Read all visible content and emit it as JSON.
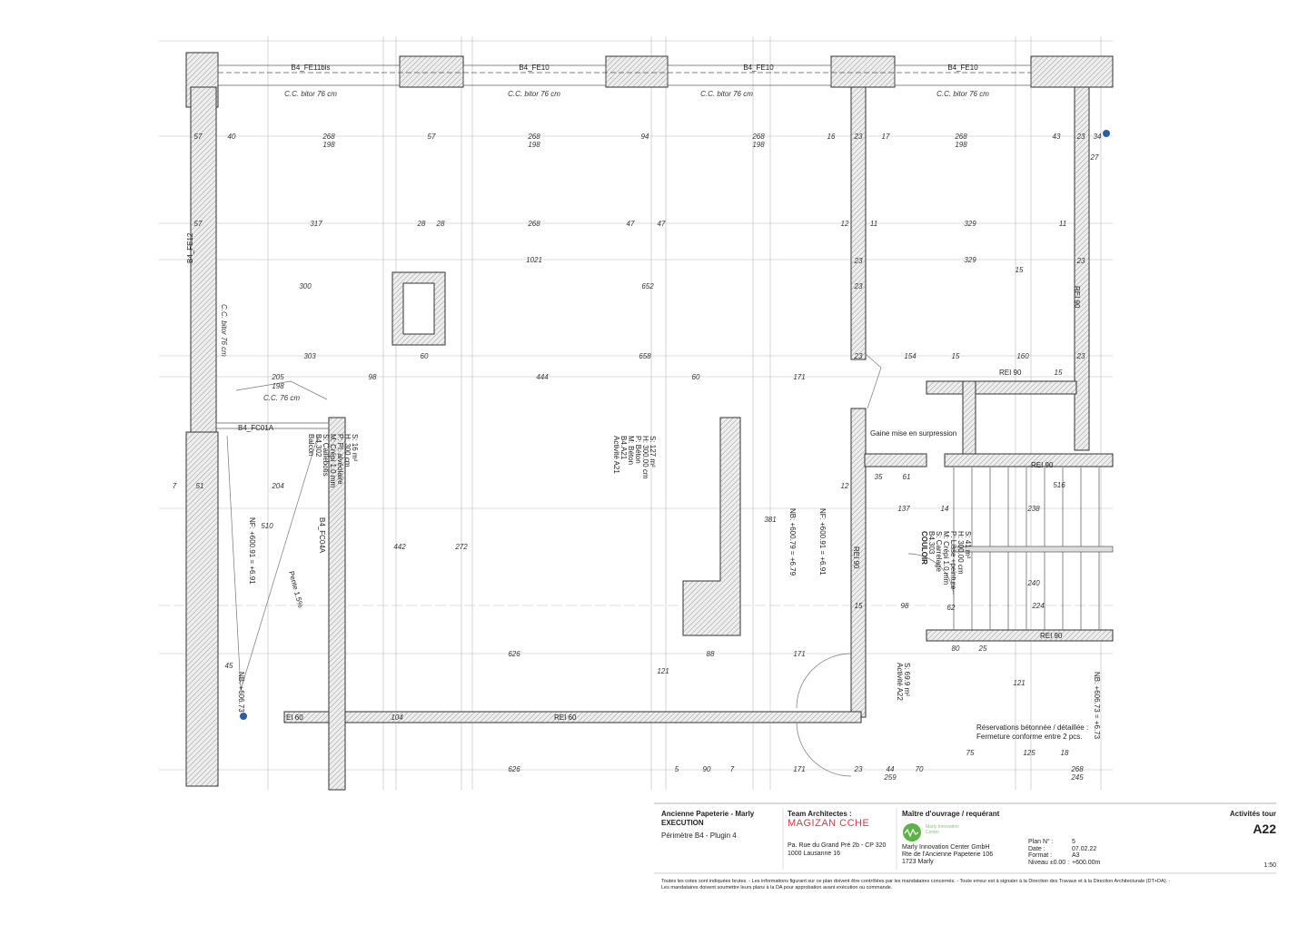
{
  "plan": {
    "windows": [
      "B4_FE11bis",
      "B4_FE10",
      "B4_FE10",
      "B4_FE10",
      "B4_FE12",
      "B4_FC01A",
      "B4_FC04A"
    ],
    "window_notes": [
      "C.C. bitor 76 cm",
      "C.C. bitor 76 cm",
      "C.C. bitor 76 cm",
      "C.C. bitor 76 cm",
      "C.C. bitor 76 cm",
      "C.C. 76 cm"
    ],
    "rei_labels": [
      "REI 90",
      "REI 90",
      "REI 90",
      "REI 90",
      "REI 90",
      "REI 60",
      "EI 60"
    ],
    "rooms": {
      "activite": [
        "Activité A21",
        "B4.A21",
        "M: Béton",
        "P: Béton",
        "H: 300.00 cm",
        "S: 127 m²"
      ],
      "couloir": [
        "COULOIR",
        "B4.303",
        "S: Carrelage",
        "M: Crépi 1.0 mm",
        "P: Lisse +peinture",
        "H: 300.00 cm",
        "S: 41 m²"
      ],
      "balcon": [
        "Balcon",
        "B4.302",
        "S: Caillebotis",
        "M: Crépi 1.0 mm",
        "P: Pl. alvéolaire",
        "H: 300 cm",
        "S: 16 m²"
      ],
      "gaine": "Gaine mise en surpression",
      "pente": "Pente 1.5%",
      "levels": [
        "NF: +600.91 = +6.91",
        "NB: +600.79 = +6.79",
        "NF: +600.91 = +6.91",
        "NB: +606.73 = +6.73",
        "NB: +606.73"
      ],
      "activite_a22": [
        "Activité A22",
        "S: 69.9 m²"
      ],
      "reservation": [
        "Réservations bétonnée / détaillée :",
        "Fermeture conforme entre 2 pcs."
      ]
    },
    "dimensions": [
      "57",
      "40",
      "268",
      "198",
      "57",
      "268",
      "198",
      "94",
      "268",
      "198",
      "16",
      "23",
      "17",
      "268",
      "198",
      "43",
      "23",
      "34",
      "27",
      "57",
      "317",
      "28",
      "28",
      "268",
      "47",
      "47",
      "12",
      "11",
      "329",
      "11",
      "1021",
      "652",
      "329",
      "300",
      "303",
      "98",
      "444",
      "60",
      "658",
      "60",
      "171",
      "154",
      "15",
      "160",
      "23",
      "205",
      "198",
      "204",
      "51",
      "7",
      "510",
      "442",
      "272",
      "381",
      "137",
      "14",
      "238",
      "516",
      "35",
      "61",
      "240",
      "224",
      "98",
      "62",
      "80",
      "25",
      "626",
      "626",
      "88",
      "171",
      "45",
      "121",
      "121",
      "104",
      "75",
      "125",
      "18",
      "268",
      "245",
      "5",
      "90",
      "171",
      "44",
      "259",
      "70",
      "7",
      "23",
      "23",
      "23",
      "23",
      "23",
      "15",
      "15",
      "15",
      "12"
    ]
  },
  "title_block": {
    "project": "Ancienne Papeterie - Marly",
    "phase": "EXECUTION",
    "perimeter": "Périmètre B4 - Plugin 4",
    "architects_label": "Team Architectes :",
    "architects_logo": "MAGIZAN CCHE",
    "architects_address": [
      "Pa. Rue du Grand Pré 2b - CP 320",
      "1000 Lausanne 16"
    ],
    "owner_label": "Maître d'ouvrage / requérant",
    "owner_logo": "Marly Innovation Center",
    "owner_address": [
      "Marly Innovation Center GmbH",
      "Rte de l'Ancienne Papeterie 106",
      "1723 Marly"
    ],
    "fields": [
      {
        "label": "Plan N° :",
        "value": "5"
      },
      {
        "label": "Date :",
        "value": "07.02.22"
      },
      {
        "label": "Format :",
        "value": "A3"
      },
      {
        "label": "Niveau ±0.00 :",
        "value": "+600.00m"
      }
    ],
    "scale": "1:50",
    "sheet_title": "Activités tour",
    "sheet_number": "A22",
    "disclaimer": [
      "Toutes les cotes sont indiquées brutes. - Les informations figurant sur ce plan doivent être contrôlées par les mandataires concernés. - Toute erreur est à signaler à la Direction des Travaux et à la Direction Architecturale (DT+DA). -",
      "Les mandataires doivent soumettre leurs plans à la DA pour approbation avant exécution ou commande."
    ],
    "colors": {
      "logo_red": "#d23a4a",
      "logo_green": "#5bb247"
    }
  }
}
